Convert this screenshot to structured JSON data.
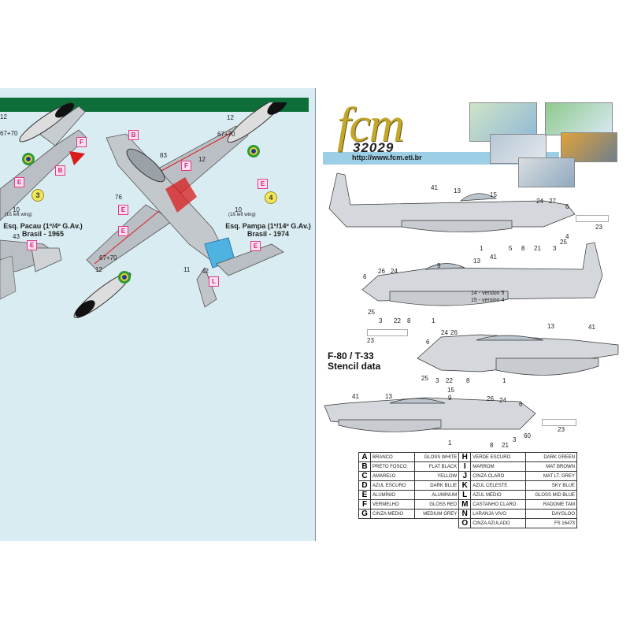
{
  "brand": {
    "logo_text": "fcm",
    "product_number": "32029",
    "url": "http://www.fcm.eti.br"
  },
  "schemes": [
    {
      "number": "3",
      "unit": "Esq. Pacau (1º/4º G.Av.)",
      "country_year": "Brasil - 1965",
      "wing_note": "(1ß left wing)"
    },
    {
      "number": "4",
      "unit": "Esq. Pampa (1º/14º G.Av.)",
      "country_year": "Brasil - 1974",
      "wing_note": "(1ß left wing)"
    }
  ],
  "left_callouts": {
    "s3": [
      "12",
      "67+70",
      "F",
      "B",
      "E",
      "E",
      "43",
      "E",
      "10"
    ],
    "s4_top": [
      "12",
      "67+70",
      "B",
      "F",
      "83",
      "12",
      "76",
      "E",
      "E",
      "10",
      "E"
    ],
    "s4_bottom": [
      "67+70",
      "12",
      "11",
      "42",
      "L"
    ]
  },
  "stencil": {
    "title_line1": "F-80 / T-33",
    "title_line2": "Stencil data",
    "view1": [
      "41",
      "13",
      "15",
      "24",
      "27",
      "6",
      "4",
      "25",
      "1",
      "5",
      "8",
      "21",
      "3",
      "23"
    ],
    "view2": [
      "9",
      "13",
      "41",
      "6",
      "26",
      "24",
      "25",
      "3",
      "22",
      "8",
      "1",
      "23"
    ],
    "view2_notes": [
      "14 - version 5",
      "15 - version 4"
    ],
    "view3": [
      "13",
      "41",
      "6",
      "24",
      "26",
      "25",
      "3",
      "22",
      "8",
      "1"
    ],
    "view4": [
      "41",
      "13",
      "15",
      "9",
      "26",
      "24",
      "6",
      "1",
      "8",
      "21",
      "3",
      "60",
      "23"
    ]
  },
  "colors": [
    {
      "code": "A",
      "pt": "BRANCO",
      "en": "GLOSS WHITE"
    },
    {
      "code": "B",
      "pt": "PRETO FOSCO",
      "en": "FLAT BLACK"
    },
    {
      "code": "C",
      "pt": "AMARELO",
      "en": "YELLOW"
    },
    {
      "code": "D",
      "pt": "AZUL ESCURO",
      "en": "DARK BLUE"
    },
    {
      "code": "E",
      "pt": "ALUMÍNIO",
      "en": "ALUMINUM"
    },
    {
      "code": "F",
      "pt": "VERMELHO",
      "en": "GLOSS RED"
    },
    {
      "code": "G",
      "pt": "CINZA MEDIO",
      "en": "MEDIUM GREY"
    },
    {
      "code": "H",
      "pt": "VERDE ESCURO",
      "en": "DARK GREEN"
    },
    {
      "code": "I",
      "pt": "MARROM",
      "en": "MAT BROWN"
    },
    {
      "code": "J",
      "pt": "CINZA CLARO",
      "en": "MAT LT. GREY"
    },
    {
      "code": "K",
      "pt": "AZUL CELESTE",
      "en": "SKY BLUE"
    },
    {
      "code": "L",
      "pt": "AZUL MEDIO",
      "en": "GLOSS MID BLUE"
    },
    {
      "code": "M",
      "pt": "CASTANHO CLARO",
      "en": "RADOME TAM"
    },
    {
      "code": "N",
      "pt": "LARANJA VIVO",
      "en": "DAYGLOO"
    },
    {
      "code": "O",
      "pt": "CINZA AZULADO",
      "en": "FS 16473"
    }
  ],
  "palette": {
    "brand_gold": "#c3a72c",
    "green_bar": "#0d6e3a",
    "sky": "#d9ecf2",
    "tag_pink": "#e23a8a"
  }
}
